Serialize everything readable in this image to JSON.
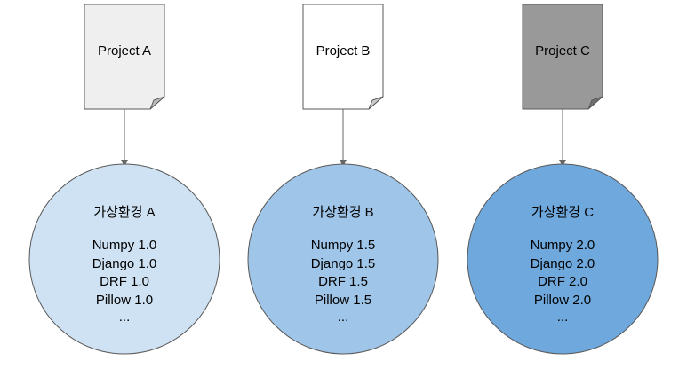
{
  "colors": {
    "stroke": "#595959",
    "arrow": "#666666",
    "doc_fill_a": "#efefef",
    "doc_fill_b": "#ffffff",
    "doc_fill_c": "#999999",
    "env_fill_a": "#cfe2f3",
    "env_fill_b": "#9fc5e8",
    "env_fill_c": "#6fa8dc"
  },
  "projects": [
    {
      "doc_label": "Project A",
      "env_title": "가상환경 A",
      "packages": [
        "Numpy 1.0",
        "Django 1.0",
        "DRF 1.0",
        "Pillow 1.0",
        "..."
      ]
    },
    {
      "doc_label": "Project B",
      "env_title": "가상환경 B",
      "packages": [
        "Numpy 1.5",
        "Django 1.5",
        "DRF 1.5",
        "Pillow 1.5",
        "..."
      ]
    },
    {
      "doc_label": "Project C",
      "env_title": "가상환경 C",
      "packages": [
        "Numpy 2.0",
        "Django 2.0",
        "DRF 2.0",
        "Pillow 2.0",
        "..."
      ]
    }
  ]
}
